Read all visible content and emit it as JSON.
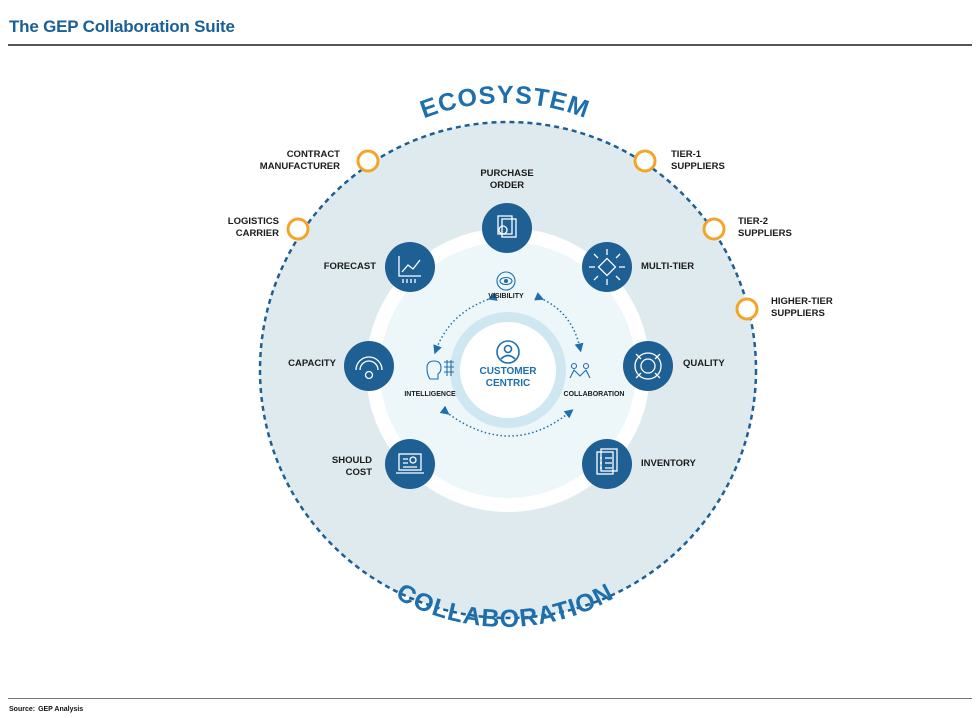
{
  "title": "The GEP Collaboration Suite",
  "source": {
    "label": "Source:",
    "text": "GEP Analysis"
  },
  "ring_labels": {
    "top": "ECOSYSTEM",
    "bottom": "COLLABORATION"
  },
  "center": {
    "label": "CUSTOMER\nCENTRIC"
  },
  "inner_labels": {
    "visibility": "VISIBILITY",
    "intelligence": "INTELLIGENCE",
    "collaboration": "COLLABORATION"
  },
  "modules": {
    "purchase_order": "PURCHASE\nORDER",
    "forecast": "FORECAST",
    "multi_tier": "MULTI-TIER",
    "capacity": "CAPACITY",
    "quality": "QUALITY",
    "should_cost": "SHOULD\nCOST",
    "inventory": "INVENTORY"
  },
  "ecosystem_nodes": {
    "contract_manufacturer": "CONTRACT\nMANUFACTURER",
    "logistics_carrier": "LOGISTICS\nCARRIER",
    "tier1": "TIER-1\nSUPPLIERS",
    "tier2": "TIER-2\nSUPPLIERS",
    "higher_tier": "HIGHER-TIER\nSUPPLIERS"
  },
  "colors": {
    "primary": "#1e5f94",
    "node_ring": "#f3a52b",
    "disc": "#deeaef",
    "inner": "#eaf4f8",
    "center": "#cfe8f2"
  }
}
